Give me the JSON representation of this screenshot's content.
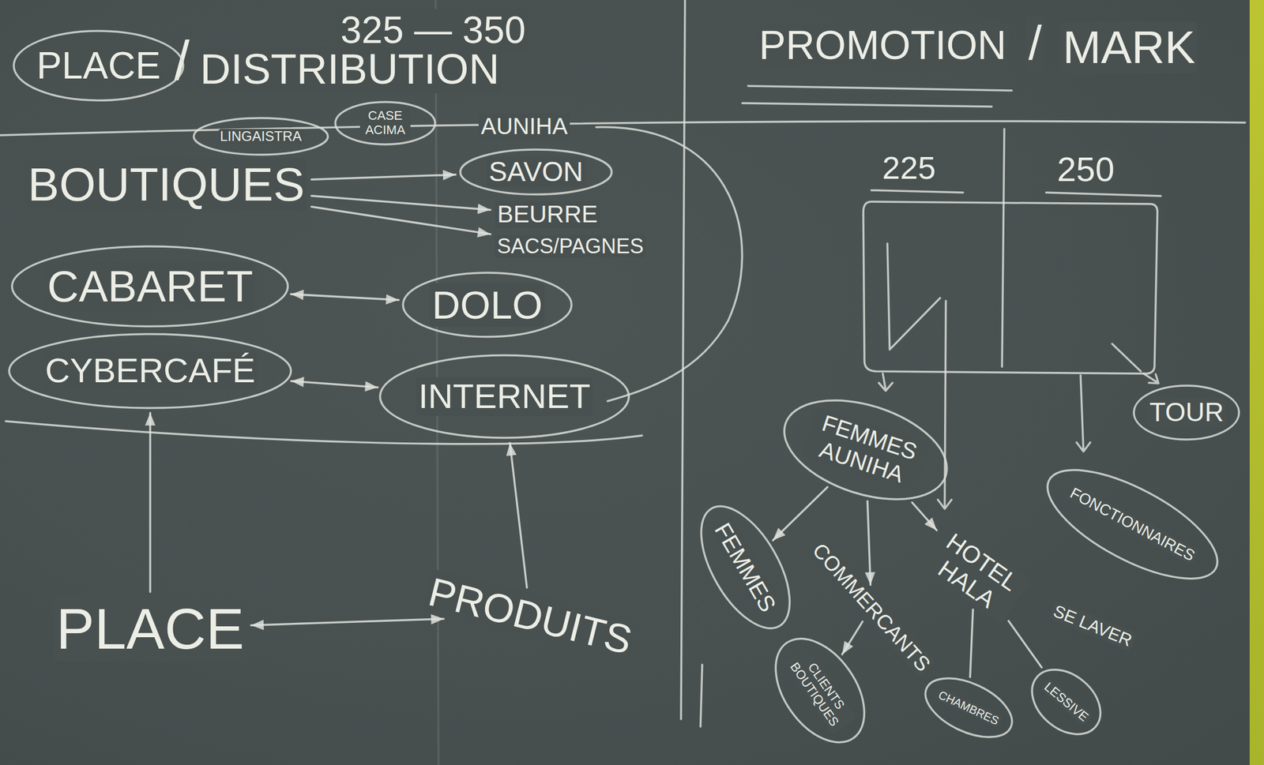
{
  "diagram": {
    "nodes": [
      {
        "text": [
          "PLACE"
        ]
      },
      {
        "text": [
          "CASE ACIMA"
        ]
      },
      {
        "text": [
          "LINGAISTRA"
        ]
      },
      {
        "text": [
          "BOUTIQUES"
        ]
      },
      {
        "text": [
          "SAVON"
        ]
      },
      {
        "text": [
          "BEURRE"
        ]
      },
      {
        "text": [
          "SACS/PAGNES"
        ]
      },
      {
        "text": [
          "CABARET"
        ]
      },
      {
        "text": [
          "DOLO"
        ]
      },
      {
        "text": [
          "CYBERCAFÉ"
        ]
      },
      {
        "text": [
          "INTERNET"
        ]
      },
      {
        "text": [
          "PLACE"
        ]
      },
      {
        "text": [
          "PRODUITS"
        ]
      },
      {
        "text": [
          "FEMMES AUNIHA"
        ]
      },
      {
        "text": [
          "FEMMES"
        ]
      },
      {
        "text": [
          "COMMERCANTS"
        ]
      },
      {
        "text": [
          "HOTEL HALA"
        ]
      },
      {
        "text": [
          "CLIENTS BOUTIQUES"
        ]
      },
      {
        "text": [
          "CHAMBRES"
        ]
      },
      {
        "text": [
          "LESSIVE"
        ]
      },
      {
        "text": [
          "TOUR"
        ]
      },
      {
        "text": [
          "FONCTIONNAIRES"
        ]
      }
    ],
    "edges": [
      {
        "from": 3,
        "to": 4,
        "arrow": "to"
      },
      {
        "from": 3,
        "to": 5,
        "arrow": "to"
      },
      {
        "from": 3,
        "to": 6,
        "arrow": "to"
      },
      {
        "from": 7,
        "to": 8,
        "arrow": "both"
      },
      {
        "from": 9,
        "to": 10,
        "arrow": "both"
      },
      {
        "from": 11,
        "to": 12,
        "arrow": "both"
      },
      {
        "from": 11,
        "to": 9,
        "arrow": "to"
      },
      {
        "from": 12,
        "to": 10,
        "arrow": "to"
      },
      {
        "from": 13,
        "to": 14,
        "arrow": "to"
      },
      {
        "from": 13,
        "to": 15,
        "arrow": "to"
      },
      {
        "from": 13,
        "to": 16,
        "arrow": "to"
      },
      {
        "from": 15,
        "to": 17,
        "arrow": "to"
      },
      {
        "from": 16,
        "to": 18,
        "arrow": "none"
      },
      {
        "from": 16,
        "to": 19,
        "arrow": "none"
      }
    ],
    "labels": [
      "325 — 350",
      "/",
      "DISTRIBUTION",
      "AUNIHA",
      "PROMOTION",
      "/",
      "MARK",
      "225",
      "250",
      "SE LAVER"
    ]
  }
}
